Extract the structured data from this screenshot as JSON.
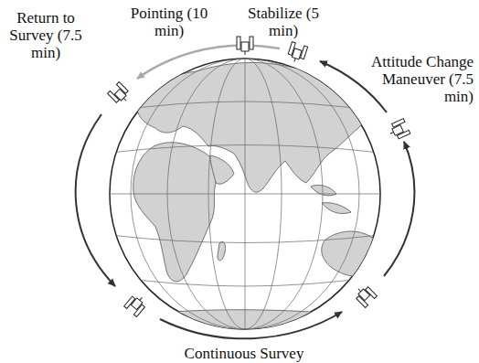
{
  "diagram": {
    "labels": [
      "Pointing (10 min)",
      "Stabilize (5 min)",
      "Return to Survey (7.5 min)",
      "Attitude Change Maneuver (7.5 min)",
      "Continuous Survey"
    ]
  }
}
